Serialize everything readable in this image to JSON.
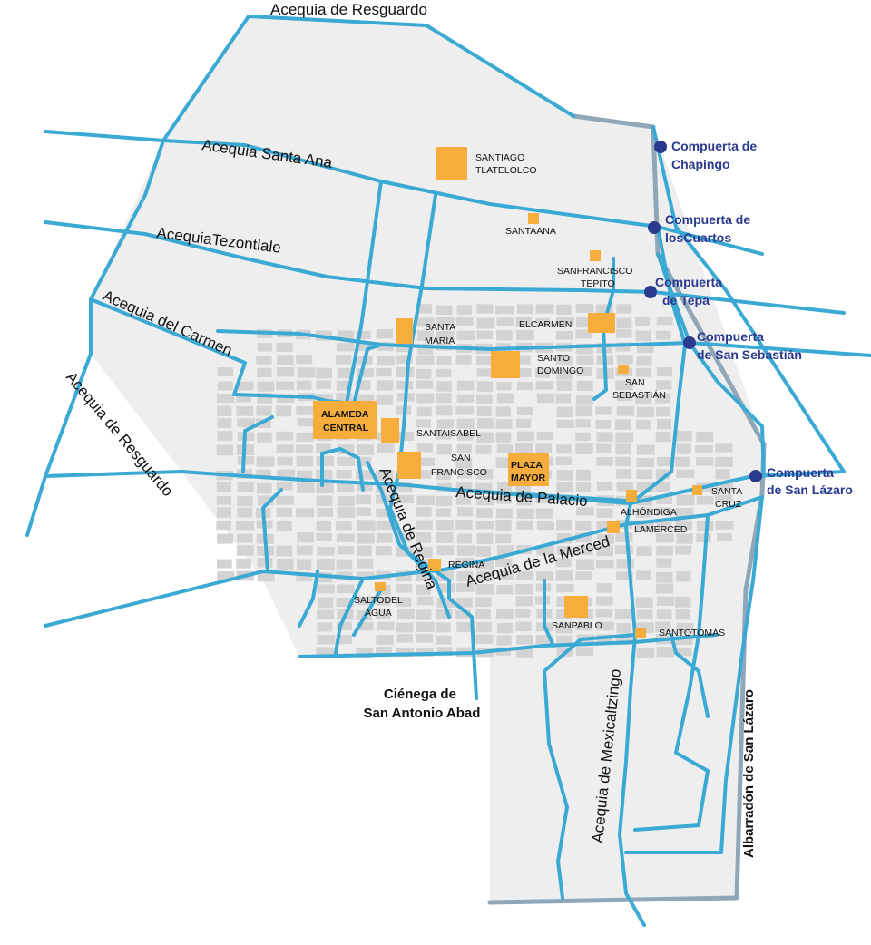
{
  "canals": {
    "resguardo_top": "Acequia de Resguardo",
    "santa_ana": "Acequia Santa Ana",
    "tezontlale": "AcequiaTezontlale",
    "carmen": "Acequia del Carmen",
    "resguardo_left": "Acequia de Resguardo",
    "palacio": "Acequia de Palacio",
    "regina": "Acequia de Regina",
    "merced": "Acequia de la Merced",
    "mexicaltzingo": "Acequia de Mexicaltzingo",
    "albarradon": "Albarradón de San Lázaro"
  },
  "gates": {
    "chapingo": [
      "Compuerta de",
      "Chapingo"
    ],
    "cuartos": [
      "Compuerta de",
      "losCuartos"
    ],
    "tepa": [
      "Compuerta",
      "de Tepa"
    ],
    "sebastian": [
      "Compuerta",
      "de San Sebastián"
    ],
    "lazaro": [
      "Compuerta",
      "de San Lázaro"
    ]
  },
  "sites": {
    "tlatelolco": [
      "SANTIAGO",
      "TLATELOLCO"
    ],
    "santaana": [
      "SANTAANA"
    ],
    "tepito": [
      "SANFRANCISCO",
      "TEPITO"
    ],
    "santamaria": [
      "SANTA",
      "MARÍA"
    ],
    "carmen": [
      "ELCARMEN"
    ],
    "santodomingo": [
      "SANTO",
      "DOMINGO"
    ],
    "sansebastian": [
      "SAN",
      "SEBASTIÁN"
    ],
    "alameda": [
      "ALAMEDA",
      "CENTRAL"
    ],
    "santaisabel": [
      "SANTAISABEL"
    ],
    "sanfrancisco": [
      "SAN",
      "FRANCISCO"
    ],
    "plaza": [
      "PLAZA",
      "MAYOR"
    ],
    "alhondiga": [
      "ALHÓNDIGA"
    ],
    "santacruz": [
      "SANTA",
      "CRUZ"
    ],
    "lamerced": [
      "LAMERCED"
    ],
    "regina": [
      "REGINA"
    ],
    "saltodelagua": [
      "SALTODEL",
      "AGUA"
    ],
    "sanpablo": [
      "SANPABLO"
    ],
    "santotomas": [
      "SANTOTOMÁS"
    ]
  },
  "cienega": [
    "Ciénega de",
    "San Antonio Abad"
  ],
  "colors": {
    "canal": "#3aa9d4",
    "dike": "#8fa7b8",
    "land": "#eeeeee",
    "block": "#d3d3d3",
    "site": "#f6ad3c",
    "gate": "#2b3a8f"
  }
}
